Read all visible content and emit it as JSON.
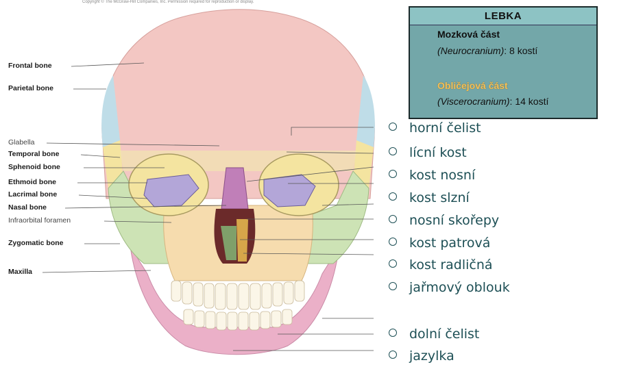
{
  "top_caption": "Copyright © The McGraw-Hill Companies, Inc. Permission required for reproduction or display.",
  "left_labels": [
    {
      "text": "Frontal bone",
      "style": "bold"
    },
    {
      "text": "Parietal bone",
      "style": "bold"
    },
    {
      "text": "Glabella",
      "style": "light"
    },
    {
      "text": "Temporal bone",
      "style": "bold"
    },
    {
      "text": "Sphenoid bone",
      "style": "bold"
    },
    {
      "text": "Ethmoid bone",
      "style": "bold"
    },
    {
      "text": "Lacrimal bone",
      "style": "bold"
    },
    {
      "text": "Nasal bone",
      "style": "bold"
    },
    {
      "text": "Infraorbital foramen",
      "style": "light"
    },
    {
      "text": "Zygomatic bone",
      "style": "bold"
    },
    {
      "text": "Maxilla",
      "style": "bold"
    }
  ],
  "right_labels": [
    "horní čelist",
    "lícní kost",
    "kost nosní",
    "kost slzní",
    "nosní skořepy",
    "kost patrová",
    "kost radličná",
    "jařmový oblouk",
    "dolní čelist",
    "jazylka"
  ],
  "box": {
    "title": "LEBKA",
    "line1": "Mozková část",
    "line2_italic": "(Neurocranium)",
    "line2_rest": ": 8 kostí",
    "line3": "Obličejová část",
    "line4_italic": "(Viscerocranium)",
    "line4_rest": ": 14 kostí"
  },
  "colors": {
    "cranium": "#f3c7c3",
    "parietal": "#bfdde8",
    "temporal": "#f4e4a0",
    "sphenoid": "#f1e6b0",
    "zygomatic": "#cde3b5",
    "maxilla": "#f6dcae",
    "mandible": "#ebb0c8",
    "ethmoid": "#b3a6d8",
    "nasal": "#c07fb8",
    "box_bg": "#73a7a9",
    "box_header": "#8dc3c4",
    "right_text": "#1d4f55"
  }
}
